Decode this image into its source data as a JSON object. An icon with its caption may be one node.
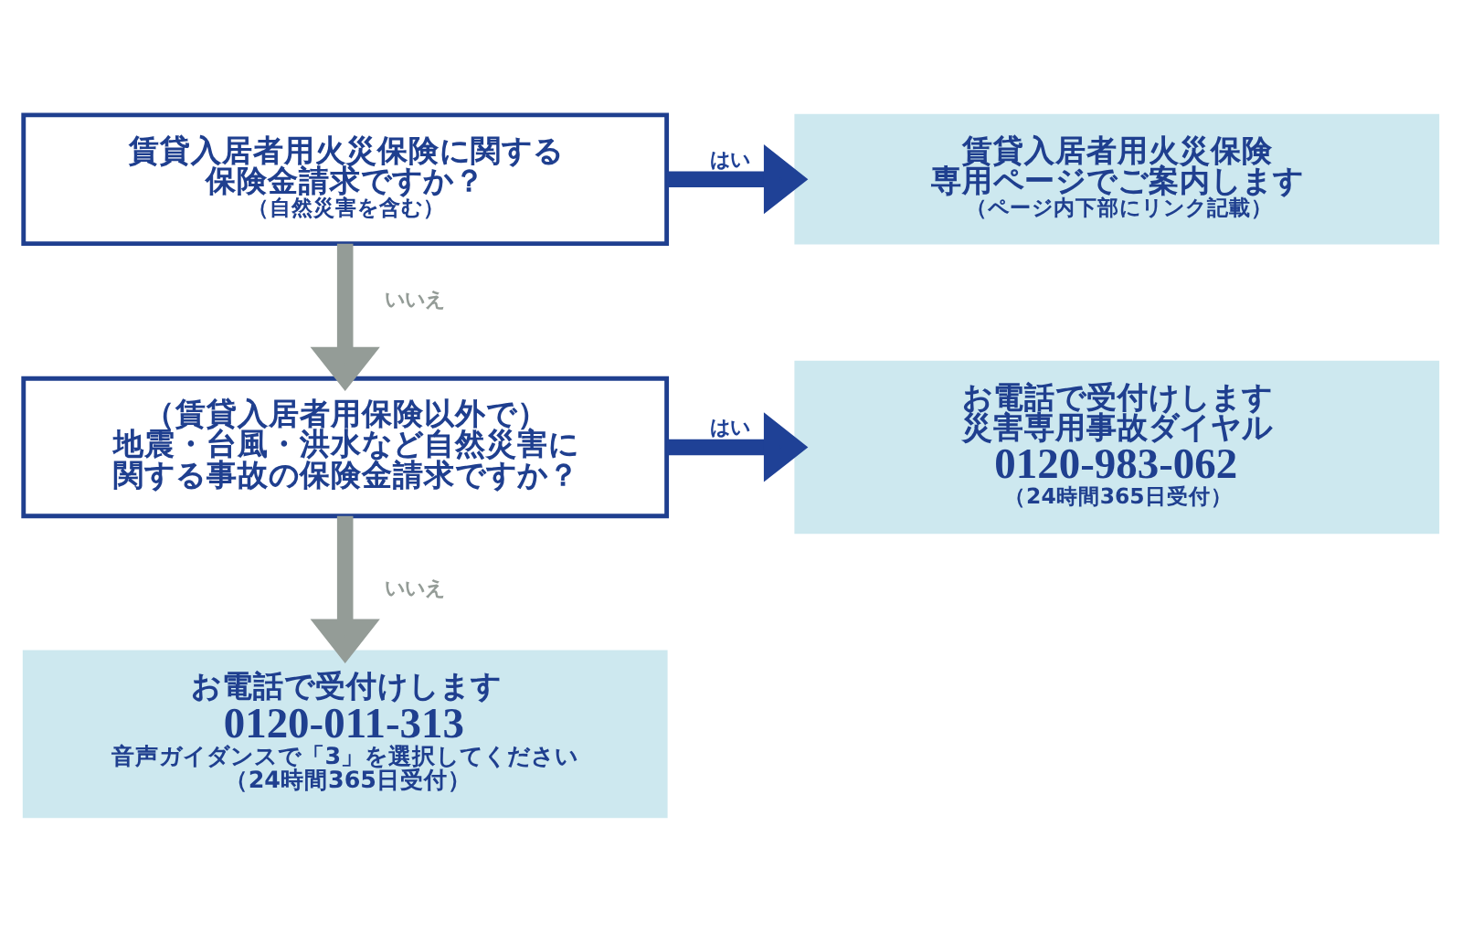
{
  "diagram": {
    "nodes": [
      {
        "text": [
          "賃貸入居者用火災保険に関する保険金請求ですか？",
          "（自然災害を含む）"
        ]
      },
      {
        "text": [
          "賃貸入居者用火災保険専用ページでご案内します",
          "（ページ内下部にリンク記載）"
        ]
      },
      {
        "text": [
          "（賃貸入居者用保険以外で）地震・台風・洪水など自然災害に関する事故の保険金請求ですか？"
        ]
      },
      {
        "text": [
          "お電話で受付けします",
          "災害専用事故ダイヤル",
          "0120-983-062",
          "（24時間365日受付）"
        ]
      },
      {
        "text": [
          "お電話で受付けします",
          "0120-011-313",
          "音声ガイダンスで「3」を選択してください",
          "（24時間365日受付）"
        ]
      }
    ],
    "edges": [
      {
        "from": 0,
        "to": 1,
        "arrow": "to",
        "label": "はい",
        "color": "#1f4196"
      },
      {
        "from": 0,
        "to": 2,
        "arrow": "to",
        "label": "いいえ",
        "color": "#949c97"
      },
      {
        "from": 2,
        "to": 3,
        "arrow": "to",
        "label": "はい",
        "color": "#1f4196"
      },
      {
        "from": 2,
        "to": 4,
        "arrow": "to",
        "label": "いいえ",
        "color": "#949c97"
      }
    ]
  }
}
